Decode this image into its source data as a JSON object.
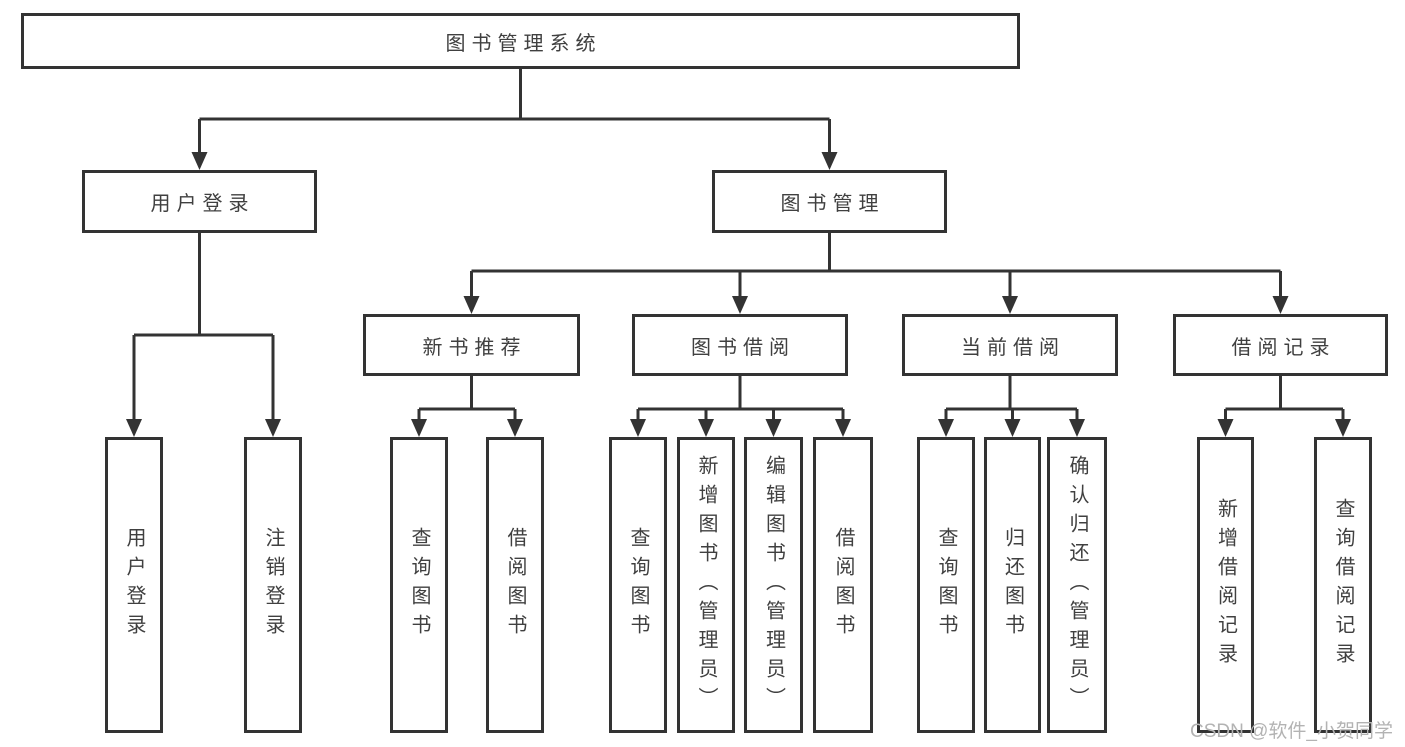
{
  "diagram": {
    "root": {
      "label": "图书管理系统"
    },
    "branches": [
      {
        "label": "用户登录",
        "children": [
          {
            "label": "用户登录"
          },
          {
            "label": "注销登录"
          }
        ]
      },
      {
        "label": "图书管理",
        "children": [
          {
            "label": "新书推荐",
            "children": [
              {
                "label": "查询图书"
              },
              {
                "label": "借阅图书"
              }
            ]
          },
          {
            "label": "图书借阅",
            "children": [
              {
                "label": "查询图书"
              },
              {
                "label": "新增图书（管理员）"
              },
              {
                "label": "编辑图书（管理员）"
              },
              {
                "label": "借阅图书"
              }
            ]
          },
          {
            "label": "当前借阅",
            "children": [
              {
                "label": "查询图书"
              },
              {
                "label": "归还图书"
              },
              {
                "label": "确认归还（管理员）"
              }
            ]
          },
          {
            "label": "借阅记录",
            "children": [
              {
                "label": "新增借阅记录"
              },
              {
                "label": "查询借阅记录"
              }
            ]
          }
        ]
      }
    ]
  },
  "watermark": {
    "text": "CSDN @软件_小贺同学"
  },
  "colors": {
    "line": "#333333",
    "text": "#404040",
    "watermark": "#b3b3b3",
    "background": "#ffffff"
  }
}
